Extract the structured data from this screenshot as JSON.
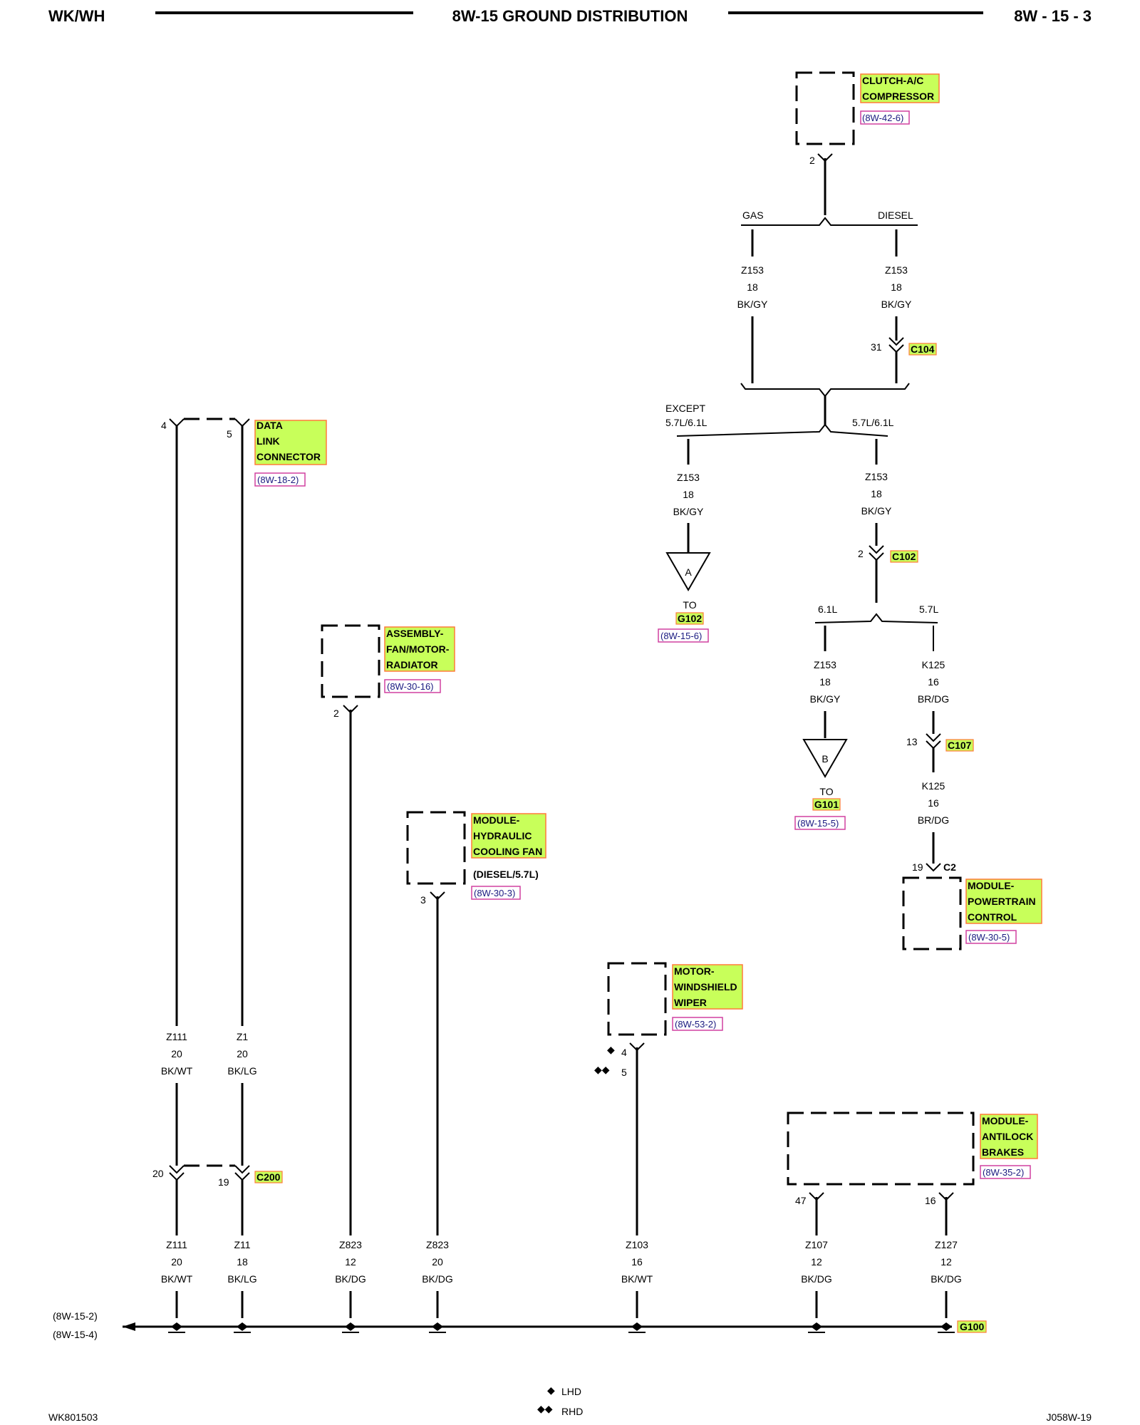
{
  "header": {
    "left": "WK/WH",
    "center": "8W-15 GROUND DISTRIBUTION",
    "right": "8W - 15 - 3"
  },
  "footer": {
    "left": "WK801503",
    "right": "J058W-19"
  },
  "legend": {
    "lhd": "LHD",
    "rhd": "RHD"
  },
  "splices": {
    "gas": "GAS",
    "diesel": "DIESEL",
    "except1": "EXCEPT",
    "except2": "5.7L/6.1L",
    "eng57_61": "5.7L/6.1L",
    "eng61": "6.1L",
    "eng57": "5.7L"
  },
  "components": {
    "clutch": {
      "l1": "CLUTCH-A/C",
      "l2": "COMPRESSOR",
      "ref": "(8W-42-6)",
      "pin": "2"
    },
    "dlc": {
      "l1": "DATA",
      "l2": "LINK",
      "l3": "CONNECTOR",
      "ref": "(8W-18-2)",
      "pin4": "4",
      "pin5": "5"
    },
    "fanrad": {
      "l1": "ASSEMBLY-",
      "l2": "FAN/MOTOR-",
      "l3": "RADIATOR",
      "ref": "(8W-30-16)",
      "pin": "2"
    },
    "hydfan": {
      "l1": "MODULE-",
      "l2": "HYDRAULIC",
      "l3": "COOLING FAN",
      "note": "(DIESEL/5.7L)",
      "ref": "(8W-30-3)",
      "pin": "3"
    },
    "wiper": {
      "l1": "MOTOR-",
      "l2": "WINDSHIELD",
      "l3": "WIPER",
      "ref": "(8W-53-2)",
      "pin4": "4",
      "pin5": "5"
    },
    "pcm": {
      "l1": "MODULE-",
      "l2": "POWERTRAIN",
      "l3": "CONTROL",
      "ref": "(8W-30-5)",
      "pin": "19",
      "conn": "C2"
    },
    "abs": {
      "l1": "MODULE-",
      "l2": "ANTILOCK",
      "l3": "BRAKES",
      "ref": "(8W-35-2)",
      "pin47": "47",
      "pin16": "16"
    }
  },
  "connectors": {
    "c104": {
      "name": "C104",
      "pin": "31"
    },
    "c102": {
      "name": "C102",
      "pin": "2"
    },
    "c107": {
      "name": "C107",
      "pin": "13"
    },
    "c200": {
      "name": "C200",
      "pin20": "20",
      "pin19": "19"
    }
  },
  "grounds": {
    "a": {
      "letter": "A",
      "to": "TO",
      "name": "G102",
      "ref": "(8W-15-6)"
    },
    "b": {
      "letter": "B",
      "to": "TO",
      "name": "G101",
      "ref": "(8W-15-5)"
    },
    "g100": "G100",
    "bus_ref1": "(8W-15-2)",
    "bus_ref2": "(8W-15-4)"
  },
  "wires": {
    "z153_gas": [
      "Z153",
      "18",
      "BK/GY"
    ],
    "z153_diesel": [
      "Z153",
      "18",
      "BK/GY"
    ],
    "z153_except": [
      "Z153",
      "18",
      "BK/GY"
    ],
    "z153_57": [
      "Z153",
      "18",
      "BK/GY"
    ],
    "z153_61": [
      "Z153",
      "18",
      "BK/GY"
    ],
    "k125_a": [
      "K125",
      "16",
      "BR/DG"
    ],
    "k125_b": [
      "K125",
      "16",
      "BR/DG"
    ],
    "z111_top": [
      "Z111",
      "20",
      "BK/WT"
    ],
    "z1_top": [
      "Z1",
      "20",
      "BK/LG"
    ],
    "z111_bot": [
      "Z111",
      "20",
      "BK/WT"
    ],
    "z11_bot": [
      "Z11",
      "18",
      "BK/LG"
    ],
    "z823_a": [
      "Z823",
      "12",
      "BK/DG"
    ],
    "z823_b": [
      "Z823",
      "20",
      "BK/DG"
    ],
    "z103": [
      "Z103",
      "16",
      "BK/WT"
    ],
    "z107": [
      "Z107",
      "12",
      "BK/DG"
    ],
    "z127": [
      "Z127",
      "12",
      "BK/DG"
    ]
  }
}
